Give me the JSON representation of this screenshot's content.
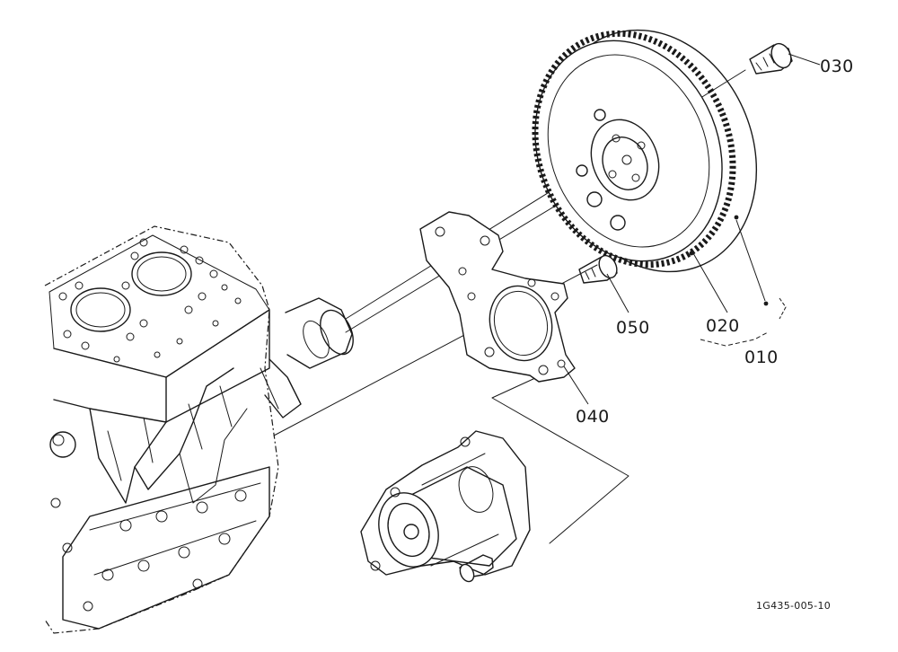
{
  "callouts": {
    "assembly": "010",
    "ring_gear": "020",
    "flywheel_bolt": "030",
    "plate": "040",
    "plate_bolt": "050"
  },
  "drawing_ref": "1G435-005-10",
  "line_color": "#1a1a1a",
  "background_color": "#ffffff"
}
